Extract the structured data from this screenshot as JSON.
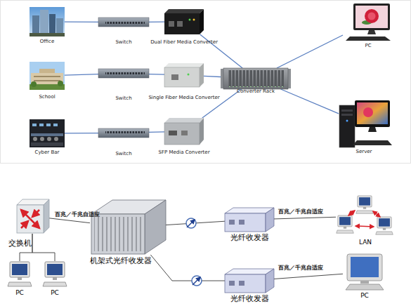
{
  "diagram": {
    "nodes": [
      {
        "text": [
          "Office"
        ]
      },
      {
        "text": [
          "Switch"
        ]
      },
      {
        "text": [
          "Dual Fiber Media Converter"
        ]
      },
      {
        "text": [
          "School"
        ]
      },
      {
        "text": [
          "Switch"
        ]
      },
      {
        "text": [
          "Single Fiber Media Converter"
        ]
      },
      {
        "text": [
          "Cyber Bar"
        ]
      },
      {
        "text": [
          "Switch"
        ]
      },
      {
        "text": [
          "SFP Media Converter"
        ]
      },
      {
        "text": [
          "Converter Rack"
        ]
      },
      {
        "text": [
          "PC"
        ]
      },
      {
        "text": [
          "Server"
        ]
      },
      {
        "text": [
          "交换机"
        ]
      },
      {
        "text": [
          "PC"
        ]
      },
      {
        "text": [
          "PC"
        ]
      },
      {
        "text": [
          "机架式光纤收发器"
        ]
      },
      {
        "text": [
          "光纤收发器"
        ]
      },
      {
        "text": [
          "光纤收发器"
        ]
      },
      {
        "text": [
          "LAN"
        ]
      },
      {
        "text": [
          "PC"
        ]
      }
    ],
    "edges": [
      {
        "from": 0,
        "to": 1,
        "arrow": "none"
      },
      {
        "from": 1,
        "to": 2,
        "arrow": "none"
      },
      {
        "from": 2,
        "to": 9,
        "arrow": "none"
      },
      {
        "from": 3,
        "to": 4,
        "arrow": "none"
      },
      {
        "from": 4,
        "to": 5,
        "arrow": "none"
      },
      {
        "from": 5,
        "to": 9,
        "arrow": "none"
      },
      {
        "from": 6,
        "to": 7,
        "arrow": "none"
      },
      {
        "from": 7,
        "to": 8,
        "arrow": "none"
      },
      {
        "from": 8,
        "to": 9,
        "arrow": "none"
      },
      {
        "from": 9,
        "to": 10,
        "arrow": "none"
      },
      {
        "from": 9,
        "to": 11,
        "arrow": "none"
      },
      {
        "from": 12,
        "to": 15,
        "label": "百兆／千兆自适应",
        "arrow": "none"
      },
      {
        "from": 15,
        "to": 16,
        "arrow": "none"
      },
      {
        "from": 15,
        "to": 17,
        "arrow": "none"
      },
      {
        "from": 16,
        "to": 18,
        "label": "百兆／千兆自适应",
        "arrow": "none"
      },
      {
        "from": 17,
        "to": 19,
        "label": "百兆／千兆自适应",
        "arrow": "none"
      },
      {
        "from": 12,
        "to": 13,
        "arrow": "none"
      },
      {
        "from": 12,
        "to": 14,
        "arrow": "none"
      }
    ]
  }
}
